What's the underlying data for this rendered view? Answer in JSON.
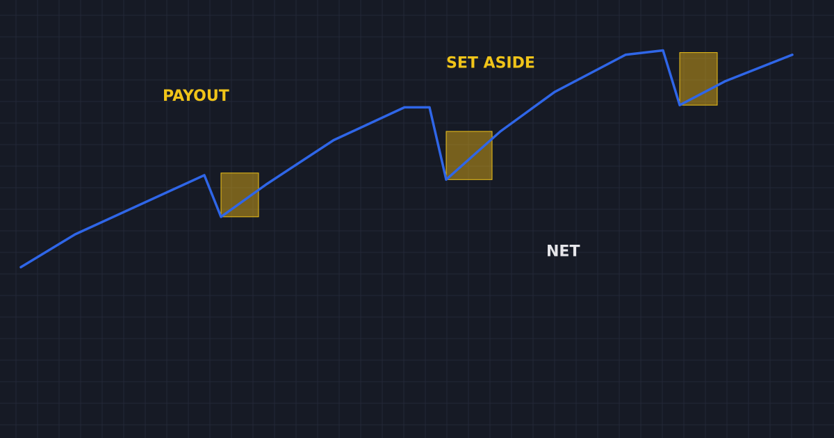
{
  "colors": {
    "background": "#161a25",
    "grid": "#232838",
    "line": "#2f66e8",
    "highlight_fill": "#c99a17",
    "highlight_stroke": "#f0c419",
    "label_accent": "#f0c419",
    "label_light": "#e6e6ea"
  },
  "chart_data": {
    "type": "line",
    "title": "",
    "xlabel": "",
    "ylabel": "",
    "grid": true,
    "xlim": [
      0,
      100
    ],
    "ylim": [
      0,
      100
    ],
    "series": [
      {
        "values": [
          [
            2.5,
            39.0
          ],
          [
            9.0,
            46.5
          ],
          [
            24.5,
            60.0
          ],
          [
            26.5,
            50.5
          ],
          [
            32.0,
            58.0
          ],
          [
            40.0,
            68.0
          ],
          [
            48.5,
            75.5
          ],
          [
            51.5,
            75.5
          ],
          [
            53.5,
            59.0
          ],
          [
            60.0,
            70.0
          ],
          [
            66.5,
            79.0
          ],
          [
            75.0,
            87.5
          ],
          [
            79.5,
            88.5
          ],
          [
            81.5,
            76.0
          ],
          [
            87.0,
            81.5
          ],
          [
            95.0,
            87.5
          ]
        ]
      }
    ],
    "highlights": [
      {
        "from": [
          26.5,
          50.5
        ],
        "to": [
          31.0,
          60.5
        ]
      },
      {
        "from": [
          53.5,
          59.0
        ],
        "to": [
          59.0,
          70.0
        ]
      },
      {
        "from": [
          81.5,
          76.0
        ],
        "to": [
          86.0,
          88.0
        ]
      }
    ],
    "annotations": [
      {
        "text": "PAYOUT",
        "x": 19.5,
        "y": 77.0,
        "color_key": "label_accent"
      },
      {
        "text": "SET ASIDE",
        "x": 53.5,
        "y": 84.5,
        "color_key": "label_accent"
      },
      {
        "text": "NET",
        "x": 65.5,
        "y": 41.5,
        "color_key": "label_light"
      }
    ]
  }
}
